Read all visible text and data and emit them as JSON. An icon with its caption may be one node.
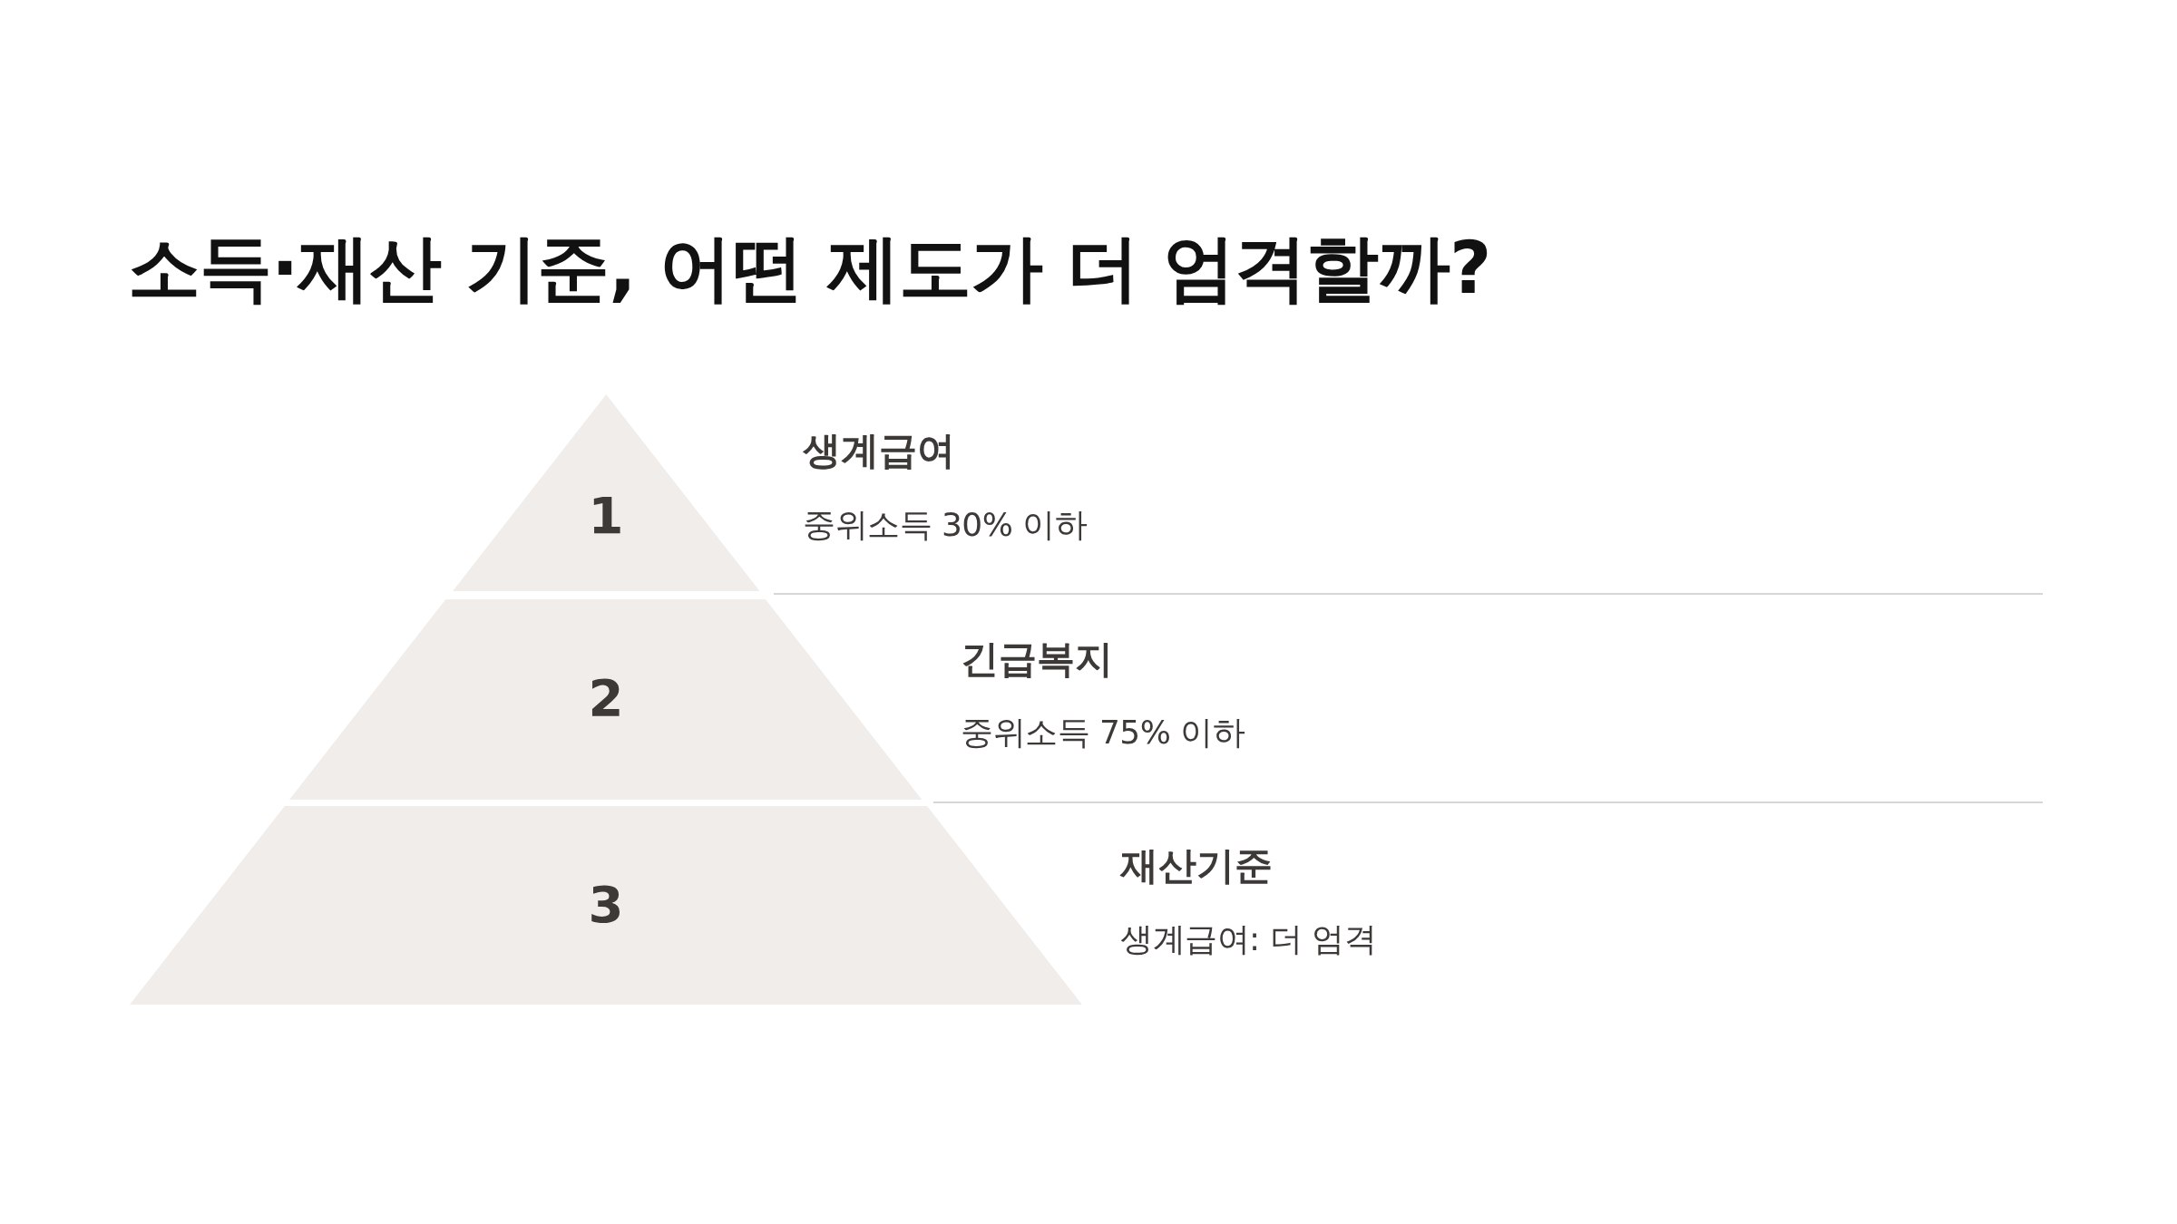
{
  "diagram": {
    "title": "소득·재산 기준, 어떤 제도가 더 엄격할까?",
    "nodes": [
      {
        "text": [
          "1"
        ],
        "beside": [
          "생계급여",
          "중위소득 30% 이하"
        ]
      },
      {
        "text": [
          "2"
        ],
        "beside": [
          "긴급복지",
          "중위소득 75% 이하"
        ]
      },
      {
        "text": [
          "3"
        ],
        "beside": [
          "재산기준",
          "생계급여: 더 엄격"
        ]
      }
    ]
  }
}
